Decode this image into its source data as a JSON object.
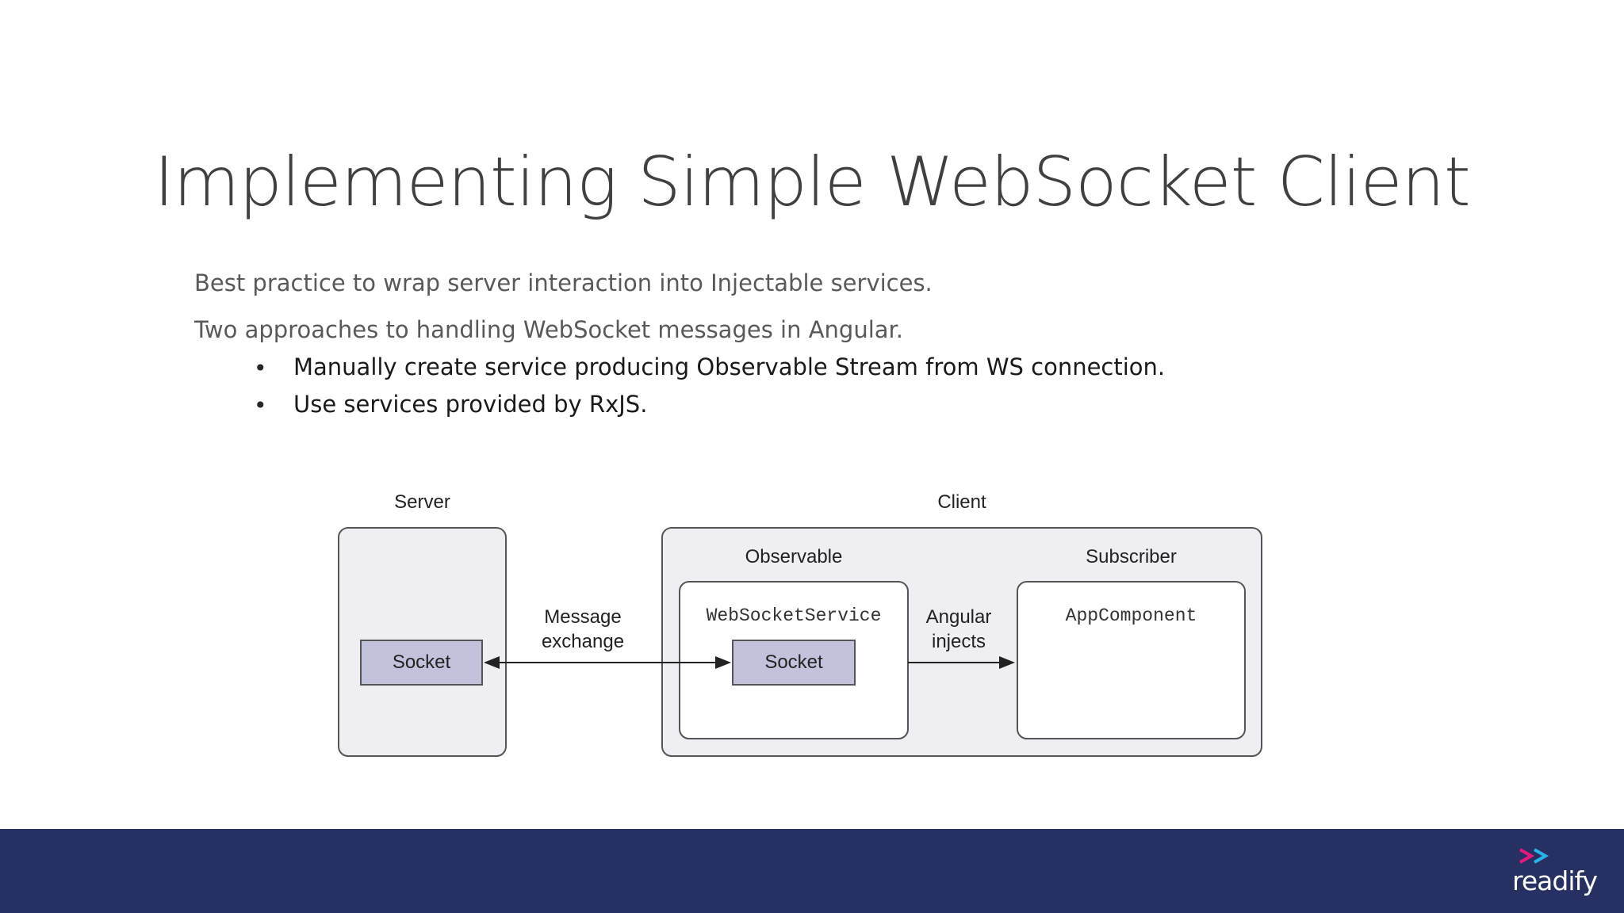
{
  "slide": {
    "title": "Implementing Simple WebSocket Client",
    "paragraphs": [
      "Best practice to wrap server interaction into Injectable services.",
      "Two approaches to handling WebSocket messages in Angular."
    ],
    "bullets": [
      "Manually create service producing Observable Stream from WS connection.",
      "Use services provided by RxJS."
    ],
    "bullet_glyph": "•"
  },
  "diagram": {
    "server_label": "Server",
    "client_label": "Client",
    "observable_label": "Observable",
    "subscriber_label": "Subscriber",
    "server_socket": "Socket",
    "client_socket": "Socket",
    "service_name": "WebSocketService",
    "component_name": "AppComponent",
    "message_exchange": [
      "Message",
      "exchange"
    ],
    "angular_injects": [
      "Angular",
      "injects"
    ]
  },
  "footer": {
    "logo_text": "readify",
    "logo_icon": "double-chevron-icon",
    "bg_color": "#263063",
    "chevron_pink": "#e5197e",
    "chevron_blue": "#27b5e8"
  }
}
